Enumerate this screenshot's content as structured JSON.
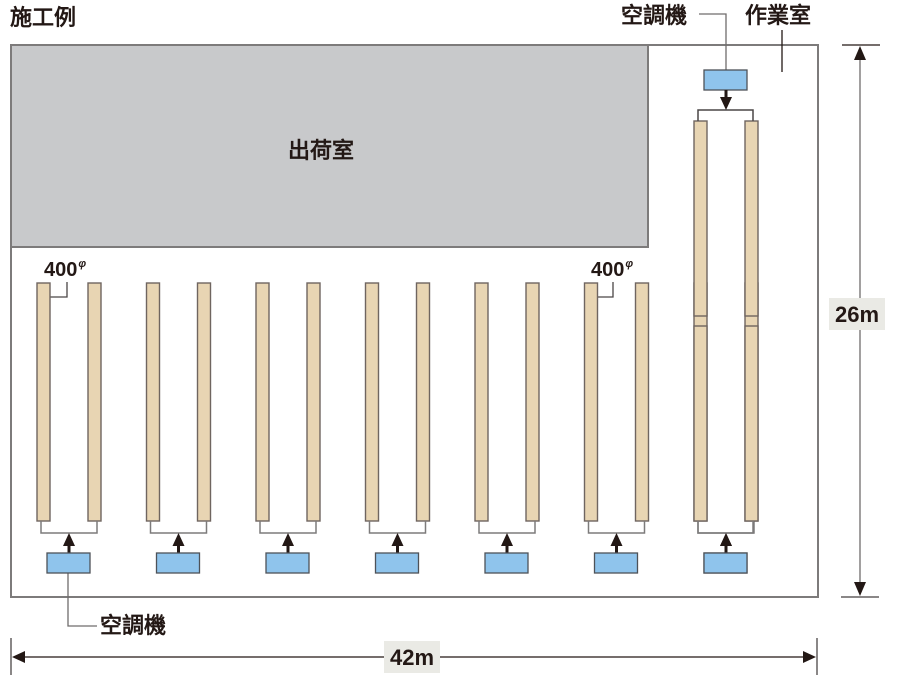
{
  "title": "施工例",
  "rooms": {
    "shipping_room": "出荷室",
    "work_room": "作業室"
  },
  "labels": {
    "ac_top": "空調機",
    "ac_bottom": "空調機",
    "duct_diameter_left": "400",
    "duct_diameter_right": "400",
    "diameter_symbol": "φ"
  },
  "dimensions": {
    "width": "42m",
    "height": "26m"
  },
  "colors": {
    "shipping_room_fill": "#c8c9cb",
    "duct_fill": "#e8d5b3",
    "ac_unit_fill": "#8fc4ec",
    "wall_stroke": "#7d7b7b",
    "dimension_label_bg": "#eaeae5"
  },
  "layout": {
    "duct_pairs_bottom_count": 7,
    "duct_pairs_right_column_count": 1,
    "right_column_duct_segments": 2
  }
}
